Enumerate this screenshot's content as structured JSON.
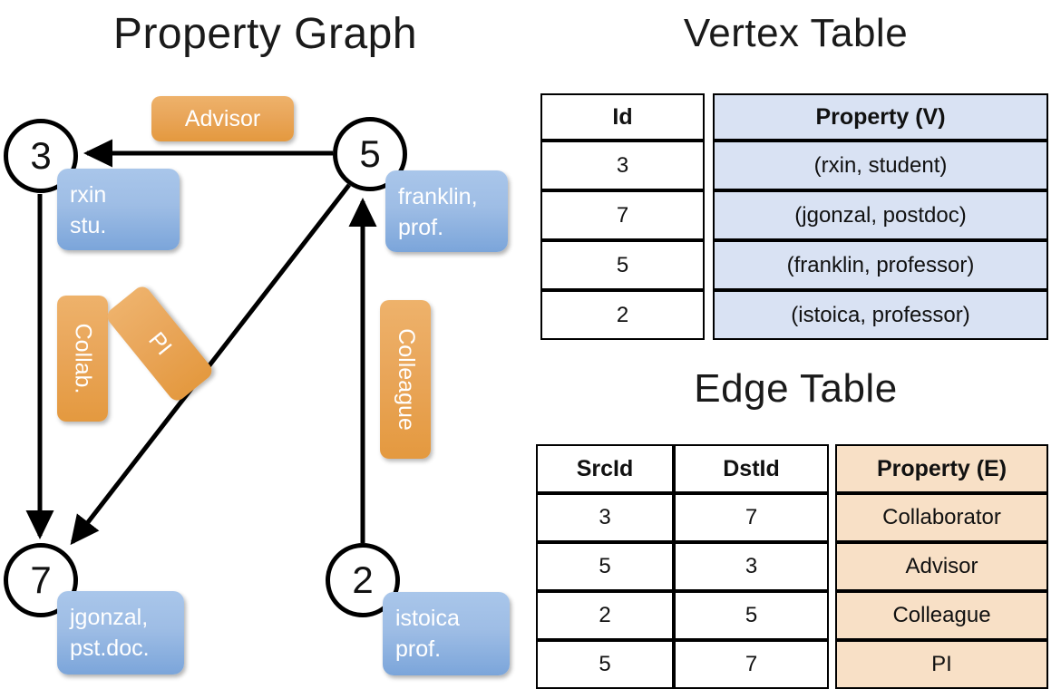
{
  "titles": {
    "property_graph": "Property Graph",
    "vertex_table": "Vertex Table",
    "edge_table": "Edge Table"
  },
  "colors": {
    "vertex_property_fill": "#d9e2f3",
    "edge_property_fill": "#f8e0c6",
    "node_callout_blue": "#9ebde5",
    "edge_tag_orange": "#e9a65a",
    "border": "#000000",
    "background": "#ffffff"
  },
  "graph": {
    "nodes": [
      {
        "id": "3",
        "label": "3",
        "property_lines": [
          "rxin",
          "stu."
        ]
      },
      {
        "id": "5",
        "label": "5",
        "property_lines": [
          "franklin,",
          "prof."
        ]
      },
      {
        "id": "7",
        "label": "7",
        "property_lines": [
          "jgonzal,",
          "pst.doc."
        ]
      },
      {
        "id": "2",
        "label": "2",
        "property_lines": [
          "istoica",
          "prof."
        ]
      }
    ],
    "node_properties": {
      "rxin": "rxin\nstu.",
      "franklin": "franklin,\nprof.",
      "jgonzal": "jgonzal,\npst.doc.",
      "istoica": "istoica\nprof."
    },
    "edge_tags": [
      {
        "name": "advisor",
        "label": "Advisor",
        "from": "5",
        "to": "3"
      },
      {
        "name": "collab",
        "label": "Collab.",
        "from": "3",
        "to": "7"
      },
      {
        "name": "pi",
        "label": "PI",
        "from": "5",
        "to": "7"
      },
      {
        "name": "colleague",
        "label": "Colleague",
        "from": "2",
        "to": "5"
      }
    ]
  },
  "vertex_table": {
    "headers": [
      "Id",
      "Property (V)"
    ],
    "rows": [
      {
        "id": "3",
        "property": "(rxin, student)"
      },
      {
        "id": "7",
        "property": "(jgonzal, postdoc)"
      },
      {
        "id": "5",
        "property": "(franklin, professor)"
      },
      {
        "id": "2",
        "property": "(istoica, professor)"
      }
    ]
  },
  "edge_table": {
    "headers": [
      "SrcId",
      "DstId",
      "Property (E)"
    ],
    "rows": [
      {
        "src": "3",
        "dst": "7",
        "property": "Collaborator"
      },
      {
        "src": "5",
        "dst": "3",
        "property": "Advisor"
      },
      {
        "src": "2",
        "dst": "5",
        "property": "Colleague"
      },
      {
        "src": "5",
        "dst": "7",
        "property": "PI"
      }
    ]
  }
}
